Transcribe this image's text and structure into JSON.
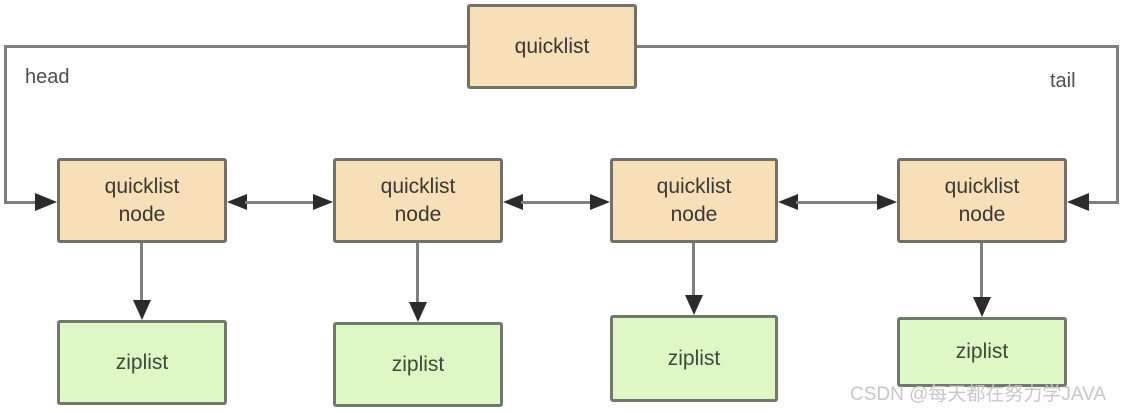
{
  "diagram": {
    "root": {
      "label": "quicklist"
    },
    "pointers": {
      "head": "head",
      "tail": "tail"
    },
    "nodes": [
      {
        "label": "quicklist\nnode",
        "child": "ziplist"
      },
      {
        "label": "quicklist\nnode",
        "child": "ziplist"
      },
      {
        "label": "quicklist\nnode",
        "child": "ziplist"
      },
      {
        "label": "quicklist\nnode",
        "child": "ziplist"
      }
    ],
    "links": {
      "node_to_node": "bidirectional-arrow",
      "node_to_ziplist": "down-arrow"
    },
    "colors": {
      "node_fill": "#f7dfb7",
      "node_border": "#73706a",
      "ziplist_fill": "#dff7c5",
      "ziplist_border": "#6f7a6d",
      "line": "#7f7f7f",
      "arrowhead": "#2b2b2b",
      "box_text": "#3b3833",
      "ziplist_text": "#40493a",
      "label_text": "#504e49",
      "watermark_text": "#c7c7c7"
    }
  },
  "watermark": "CSDN @每天都在努力学JAVA"
}
